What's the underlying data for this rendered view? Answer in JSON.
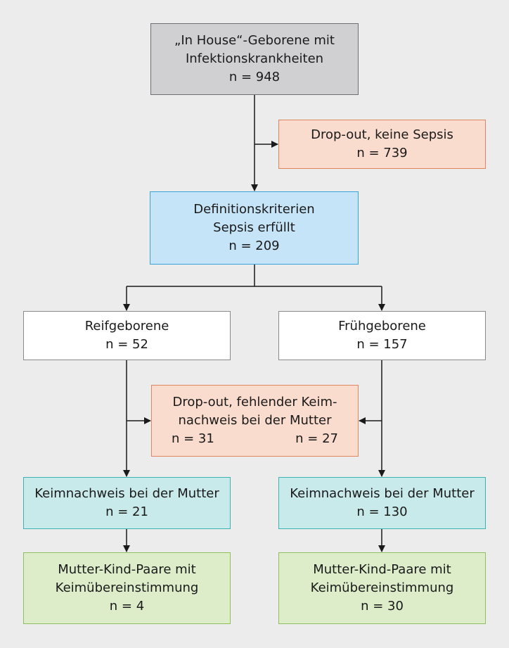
{
  "colors": {
    "gray_fill": "#d0d0d2",
    "orange_fill": "#f9dccd",
    "blue_fill": "#c6e4f8",
    "white_fill": "#ffffff",
    "teal_fill": "#c9eaeb",
    "green_fill": "#ddedc9",
    "connector": "#1a1a1a"
  },
  "boxes": {
    "root": {
      "line1": "„In House“-Geborene mit",
      "line2": "Infektionskrankheiten",
      "n": "n = 948"
    },
    "dropout1": {
      "line1": "Drop-out, keine Sepsis",
      "n": "n = 739"
    },
    "criteria": {
      "line1": "Definitionskriterien",
      "line2": "Sepsis erfüllt",
      "n": "n = 209"
    },
    "term": {
      "line1": "Reifgeborene",
      "n": "n = 52"
    },
    "preterm": {
      "line1": "Frühgeborene",
      "n": "n = 157"
    },
    "dropout2": {
      "line1": "Drop-out, fehlender Keim-",
      "line2": "nachweis bei der Mutter",
      "n_left": "n = 31",
      "n_right": "n = 27"
    },
    "term_germ": {
      "line1": "Keimnachweis bei der Mutter",
      "n": "n = 21"
    },
    "preterm_germ": {
      "line1": "Keimnachweis bei der Mutter",
      "n": "n = 130"
    },
    "term_pairs": {
      "line1": "Mutter-Kind-Paare mit",
      "line2": "Keimübereinstimmung",
      "n": "n = 4"
    },
    "preterm_pairs": {
      "line1": "Mutter-Kind-Paare mit",
      "line2": "Keimübereinstimmung",
      "n": "n = 30"
    }
  }
}
